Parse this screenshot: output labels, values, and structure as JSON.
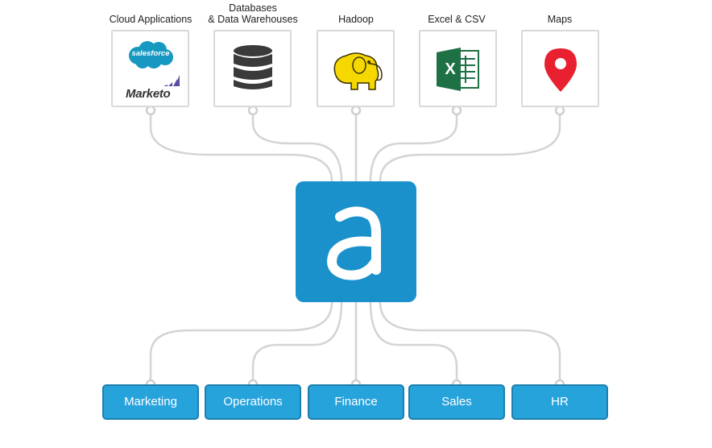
{
  "sources": [
    {
      "id": "cloud",
      "label": "Cloud Applications",
      "logos": {
        "salesforce": "salesforce",
        "marketo": "Marketo"
      }
    },
    {
      "id": "databases",
      "label": "Databases\n& Data Warehouses"
    },
    {
      "id": "hadoop",
      "label": "Hadoop"
    },
    {
      "id": "excel",
      "label": "Excel & CSV",
      "glyph": "X"
    },
    {
      "id": "maps",
      "label": "Maps"
    }
  ],
  "departments": [
    "Marketing",
    "Operations",
    "Finance",
    "Sales",
    "HR"
  ],
  "hub": {
    "glyph": "a"
  },
  "colors": {
    "hub": "#1b91cc",
    "dept_fill": "#27a3dc",
    "dept_border": "#1d7fae",
    "line": "#d4d4d4",
    "salesforce": "#1798c1",
    "marketo_bars": "#5c4c9f",
    "db": "#3a3a3a",
    "hadoop": "#f5d800",
    "excel": "#1e7145",
    "map_pin": "#e8202f"
  }
}
